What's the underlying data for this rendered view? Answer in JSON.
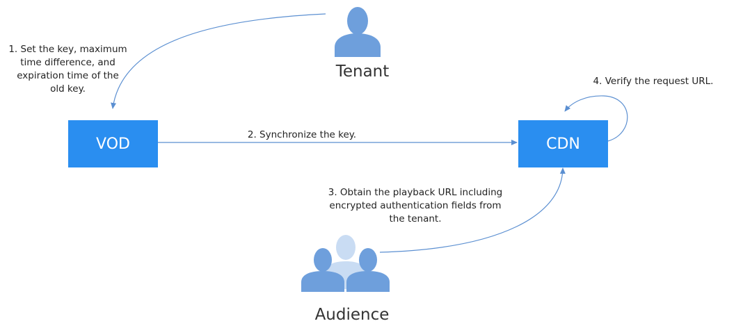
{
  "nodes": {
    "vod": {
      "label": "VOD"
    },
    "cdn": {
      "label": "CDN"
    },
    "tenant": {
      "label": "Tenant"
    },
    "audience": {
      "label": "Audience"
    }
  },
  "steps": {
    "step1": {
      "lines": [
        "1. Set the key, maximum",
        "time difference, and",
        "expiration time of the",
        "old key."
      ]
    },
    "step2": {
      "text": "2. Synchronize the key."
    },
    "step3": {
      "lines": [
        "3. Obtain the playback URL including",
        "encrypted authentication fields from",
        "the tenant."
      ]
    },
    "step4": {
      "text": "4. Verify the request URL."
    }
  },
  "icons": {
    "tenant": "person-icon",
    "audience": "people-group-icon"
  },
  "colors": {
    "box_fill": "#2a8ef0",
    "line": "#5b8fd1",
    "person": "#6e9fdc",
    "person_faded": "#c9dcf3"
  }
}
